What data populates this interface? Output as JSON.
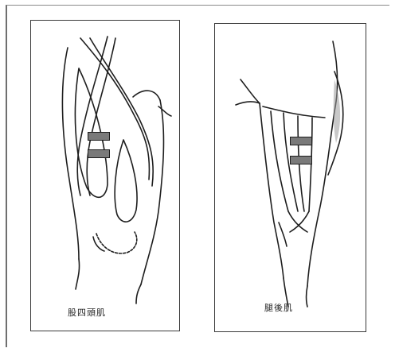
{
  "figure": {
    "panels": [
      {
        "id": "left",
        "caption": "股四頭肌",
        "electrode_count": 2,
        "colors": {
          "electrode_fill": "#7a7a7a",
          "stroke": "#1e1e1e"
        }
      },
      {
        "id": "right",
        "caption": "腿後肌",
        "electrode_count": 2,
        "colors": {
          "electrode_fill": "#7a7a7a",
          "stroke": "#1e1e1e"
        }
      }
    ]
  }
}
